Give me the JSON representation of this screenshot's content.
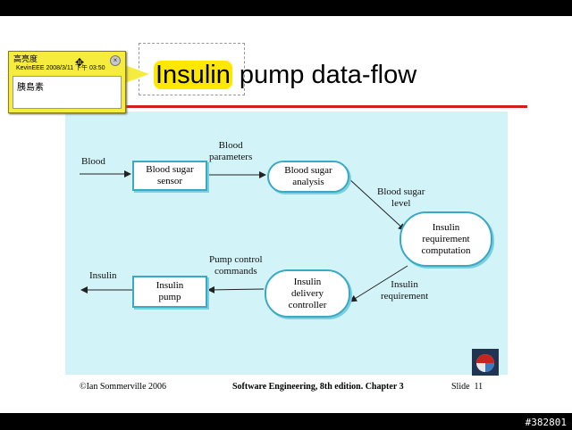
{
  "title": {
    "highlight": "Insulin",
    "rest": " pump data-flow"
  },
  "diagram": {
    "nodes": {
      "sensor": "Blood sugar\nsensor",
      "analysis": "Blood sugar\nanalysis",
      "computation": "Insulin\nrequirement\ncomputation",
      "controller": "Insulin\ndelivery\ncontroller",
      "pump": "Insulin\npump"
    },
    "labels": {
      "blood": "Blood",
      "blood_parameters": "Blood\nparameters",
      "blood_sugar_level": "Blood sugar\nlevel",
      "insulin_requirement": "Insulin\nrequirement",
      "pump_control_commands": "Pump control\ncommands",
      "insulin_out": "Insulin"
    }
  },
  "footer": {
    "left": "©Ian Sommerville 2006",
    "center": "Software Engineering, 8th edition. Chapter 3",
    "right": "Slide  11"
  },
  "note": {
    "author": "高亮度",
    "meta": "KevinEEE 2008/3/11 下午 03:50",
    "body": "胰島素",
    "close_symbol": "×"
  },
  "watermark": "#382801",
  "colors": {
    "highlight": "#ffe800",
    "underline": "#d41c1c",
    "panel": "#d2f3f8",
    "box_border": "#3aa9c4",
    "note": "#f6ec3e"
  }
}
